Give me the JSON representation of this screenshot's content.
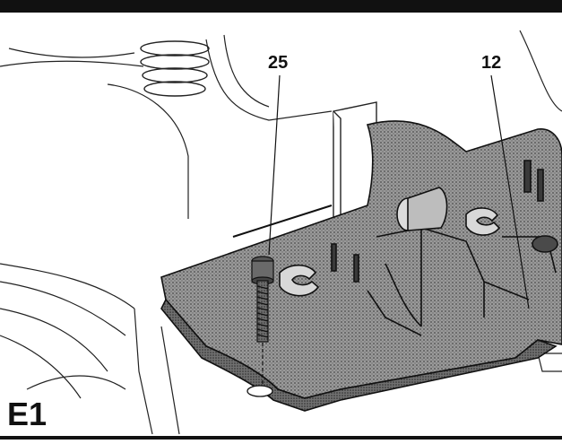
{
  "figure": {
    "label": "E1"
  },
  "callouts": {
    "screw": "25",
    "tray": "12"
  },
  "colors": {
    "ink": "#111111",
    "shading": "#8a8a8a"
  }
}
